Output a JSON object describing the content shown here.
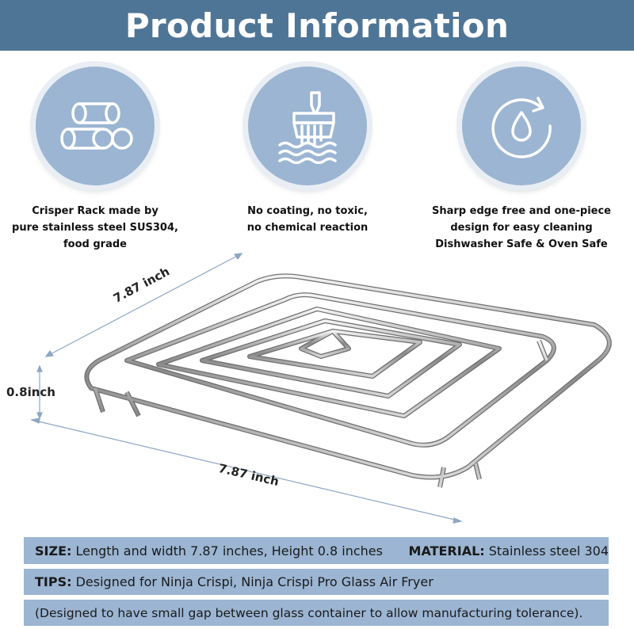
{
  "banner": {
    "title": "Product Information"
  },
  "features": [
    {
      "icon": "pipes-icon",
      "lines": [
        "Crisper Rack made by",
        "pure stainless steel SUS304,",
        "food grade"
      ]
    },
    {
      "icon": "brush-icon",
      "lines": [
        "No coating, no toxic,",
        "no chemical reaction"
      ]
    },
    {
      "icon": "water-drop-cycle-icon",
      "lines": [
        "Sharp edge free and one-piece",
        "design for easy cleaning",
        "Dishwasher Safe & Oven Safe"
      ]
    }
  ],
  "dimensions": {
    "width": "7.87 inch",
    "height": "0.8inch",
    "length": "7.87 inch"
  },
  "info": {
    "size_label": "SIZE:",
    "size_value": "Length and width 7.87 inches, Height 0.8 inches",
    "material_label": "MATERIAL:",
    "material_value": "Stainless steel 304",
    "tips_label": "TIPS:",
    "tips_value": "Designed for Ninja Crispi, Ninja Crispi Pro Glass Air Fryer",
    "note": "(Designed to have small gap between glass container to allow manufacturing tolerance)."
  },
  "colors": {
    "banner": "#4f7596",
    "circle": "#9bb5d2",
    "bar": "#9bb5d2"
  }
}
